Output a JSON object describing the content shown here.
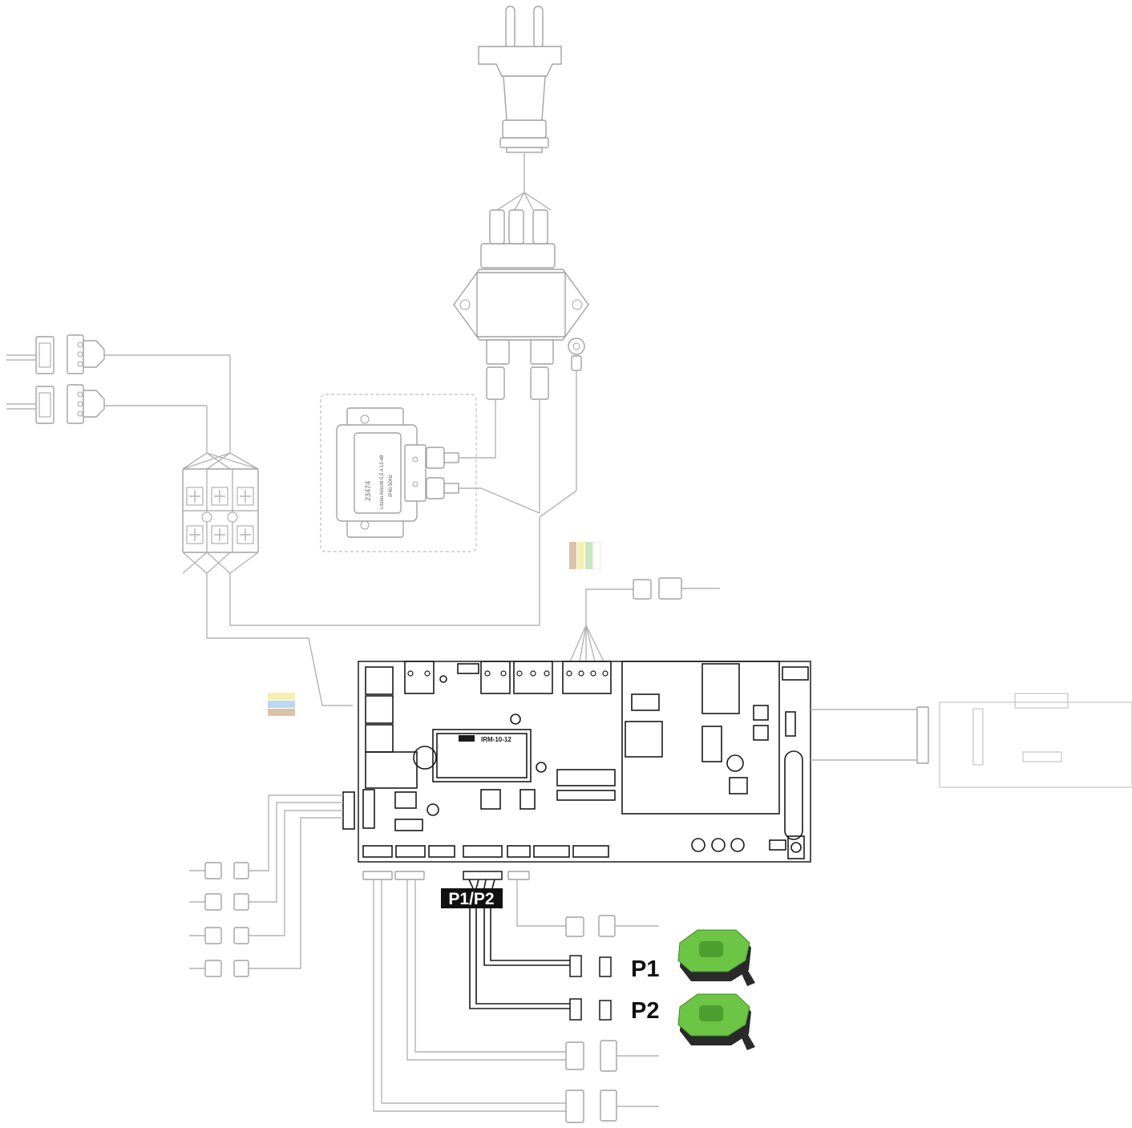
{
  "labels": {
    "p1p2_tag": "P1/P2",
    "p1": "P1",
    "p2": "P2"
  },
  "transformer": {
    "part_code": "23474",
    "lines": [
      "Litzen Anschl 0,5 A  12-48",
      "IP40  50Hz"
    ]
  },
  "pcb": {
    "module_label": "IRM-10-12"
  },
  "colors": {
    "wire_grey": "#b4b4b4",
    "board_line": "#1a1a1a",
    "sensor_green": "#6cc544",
    "sensor_dark": "#2a2a2a",
    "tag_background": "#111111",
    "swatch_brown": "#d9c2a8",
    "swatch_yellow": "#f5f0b0",
    "swatch_blue": "#bcd8f0",
    "swatch_green": "#c8e6c0"
  }
}
